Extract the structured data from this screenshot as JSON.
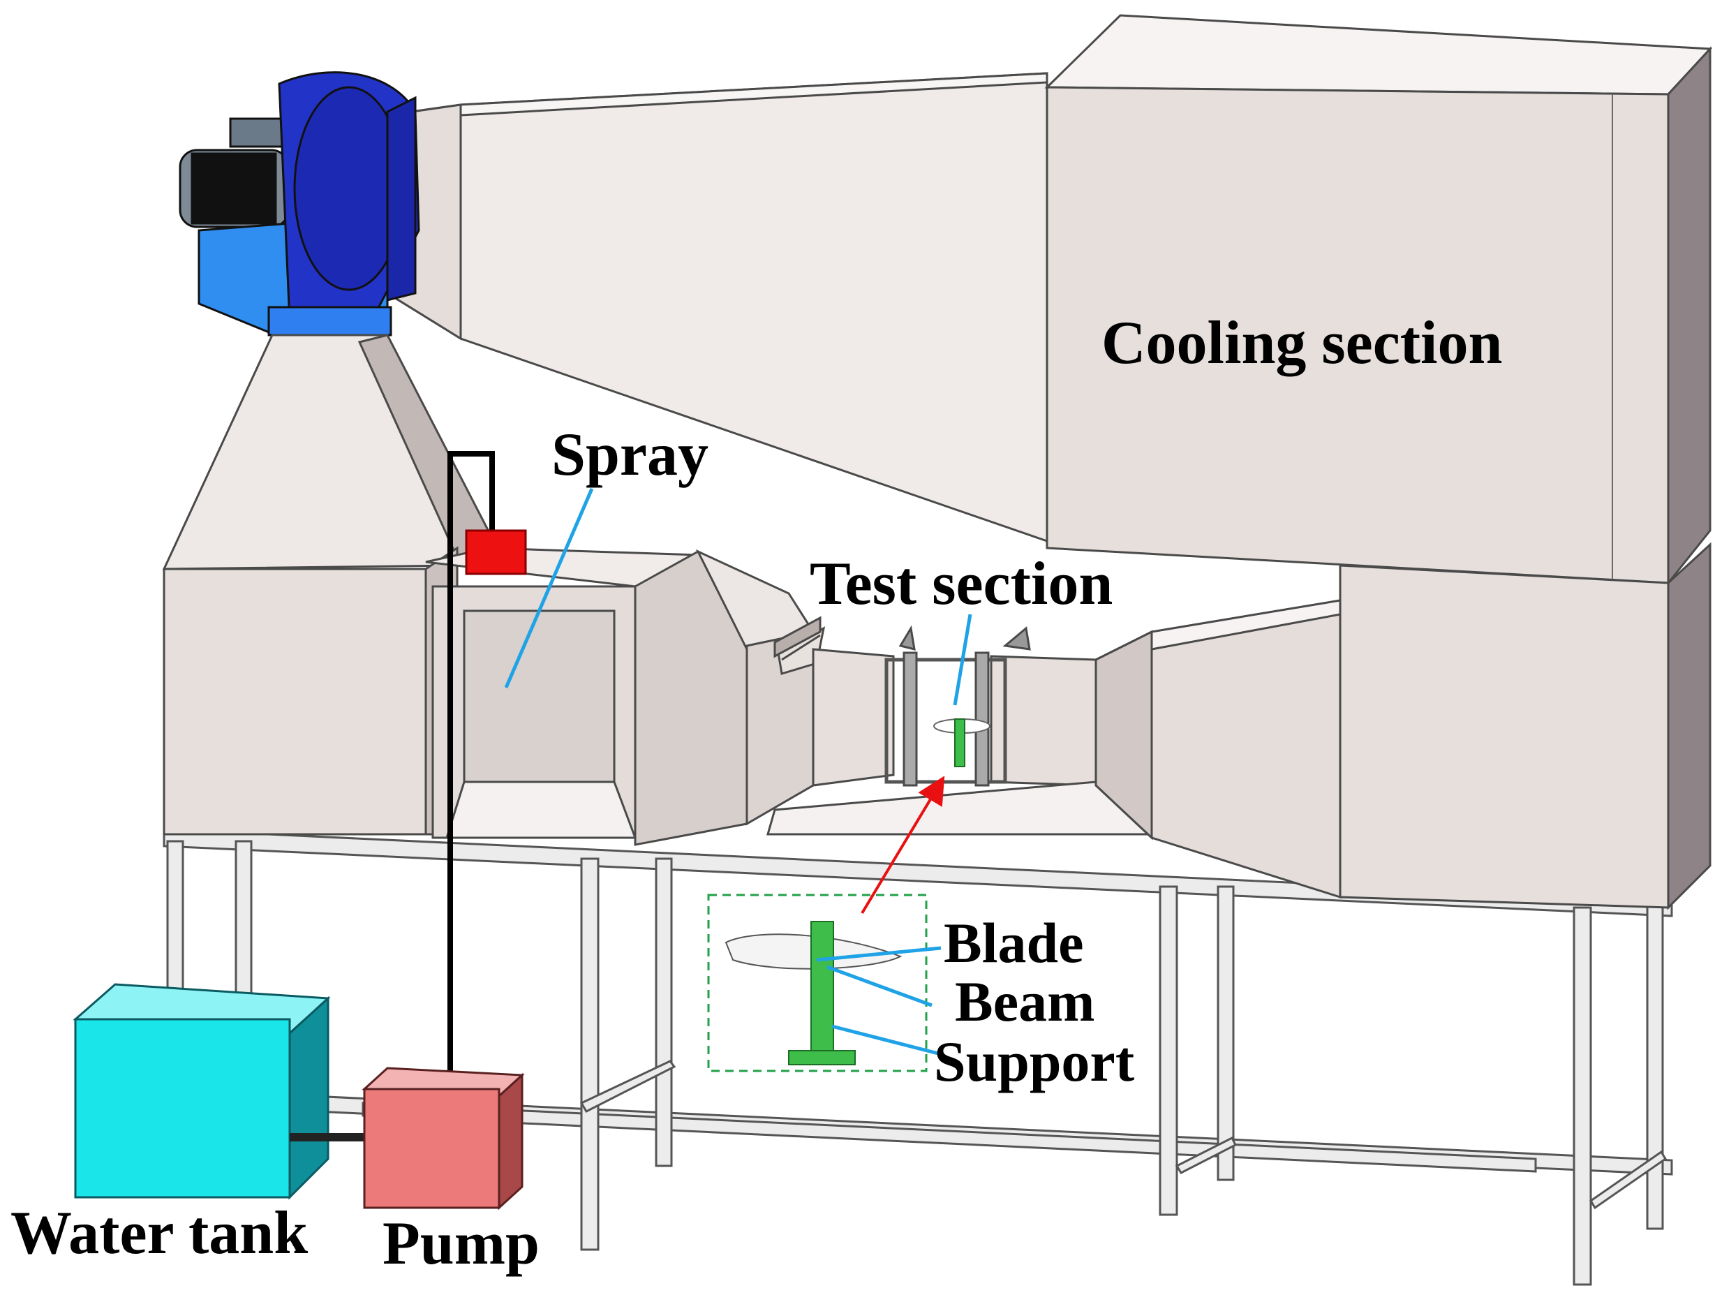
{
  "labels": {
    "cooling": "Cooling section",
    "spray": "Spray",
    "test": "Test section",
    "blade": "Blade",
    "beam": "Beam",
    "support": "Support",
    "tank": "Water tank",
    "pump": "Pump"
  },
  "colors": {
    "duct_face": "#e6dfdc",
    "duct_light": "#f3efed",
    "duct_dark": "#b9afad",
    "duct_side": "#8d8286",
    "frame": "#e9e9e9",
    "fan_blue": "#2233c8",
    "motor_blue": "#2f8ef0",
    "spray_red": "#ee1111",
    "tank_cyan": "#1ae6ea",
    "tank_dark": "#0f8f99",
    "pump_pink": "#ec7a7a",
    "pump_dark": "#a94848",
    "support_green": "#3fbd4a",
    "leader_blue": "#1fa3e6",
    "arrow_red": "#e81010",
    "inset_border": "#22a04a"
  }
}
